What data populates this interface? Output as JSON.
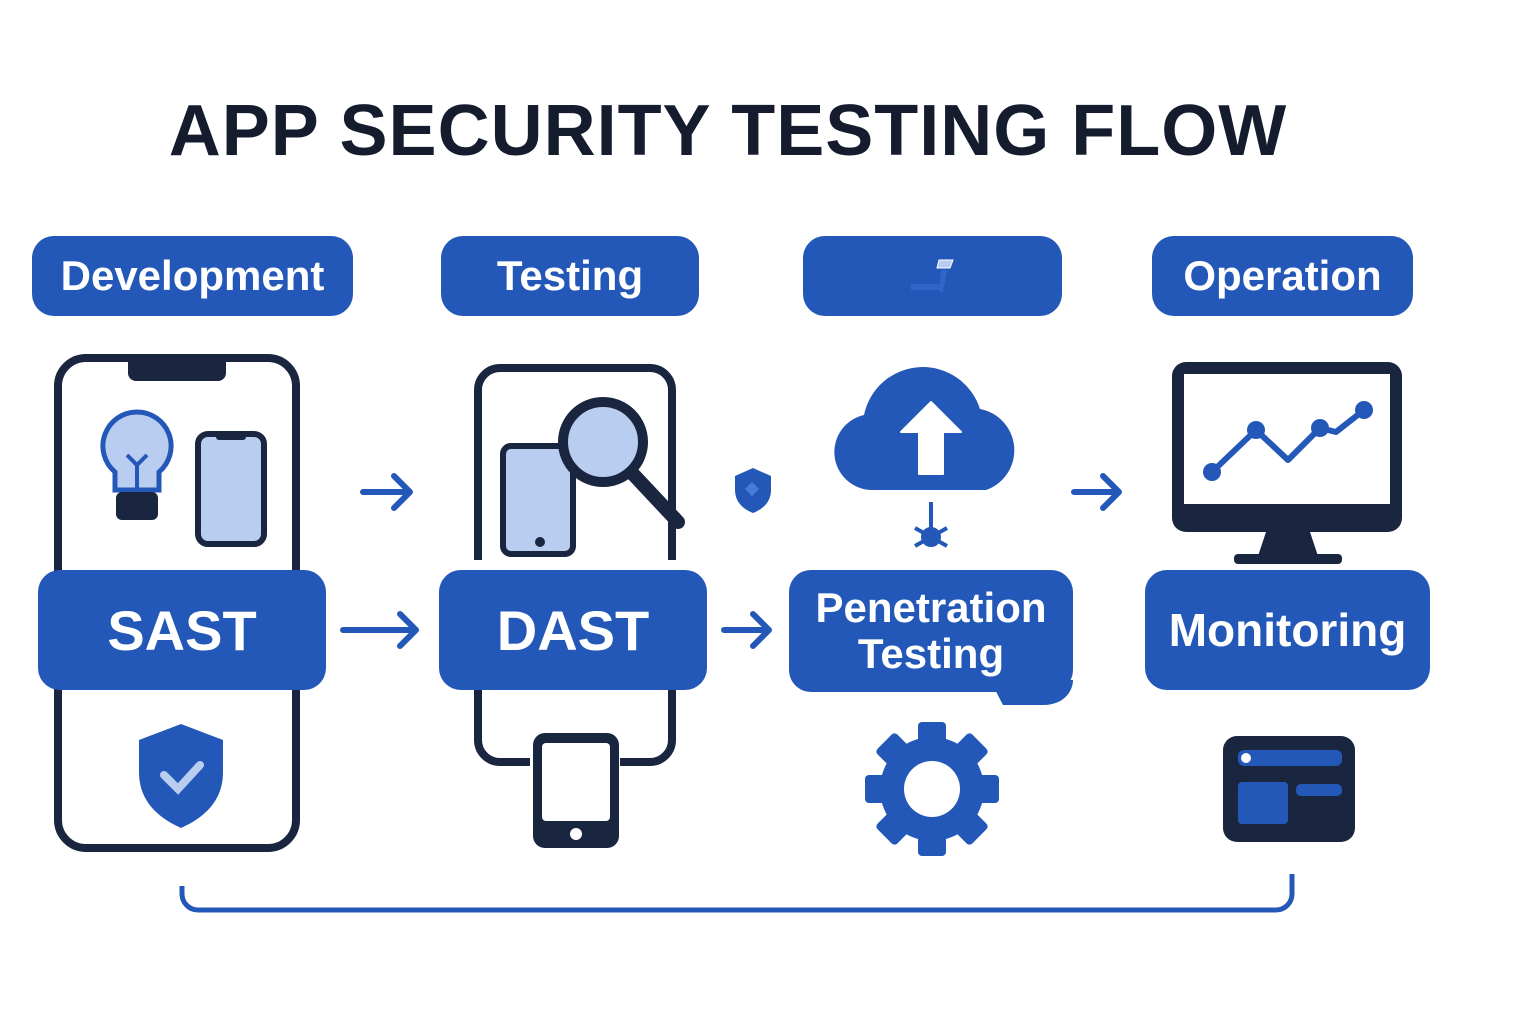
{
  "title": "APP SECURITY TESTING FLOW",
  "phases": [
    {
      "label": "Development"
    },
    {
      "label": "Testing"
    },
    {
      "label": ""
    },
    {
      "label": "Operation"
    }
  ],
  "steps": [
    {
      "label": "SAST"
    },
    {
      "label": "DAST"
    },
    {
      "label": "Penetration Testing"
    },
    {
      "label": "Monitoring"
    }
  ],
  "colors": {
    "primary": "#2458b8",
    "dark": "#1a2540",
    "light": "#b8cdf0"
  }
}
